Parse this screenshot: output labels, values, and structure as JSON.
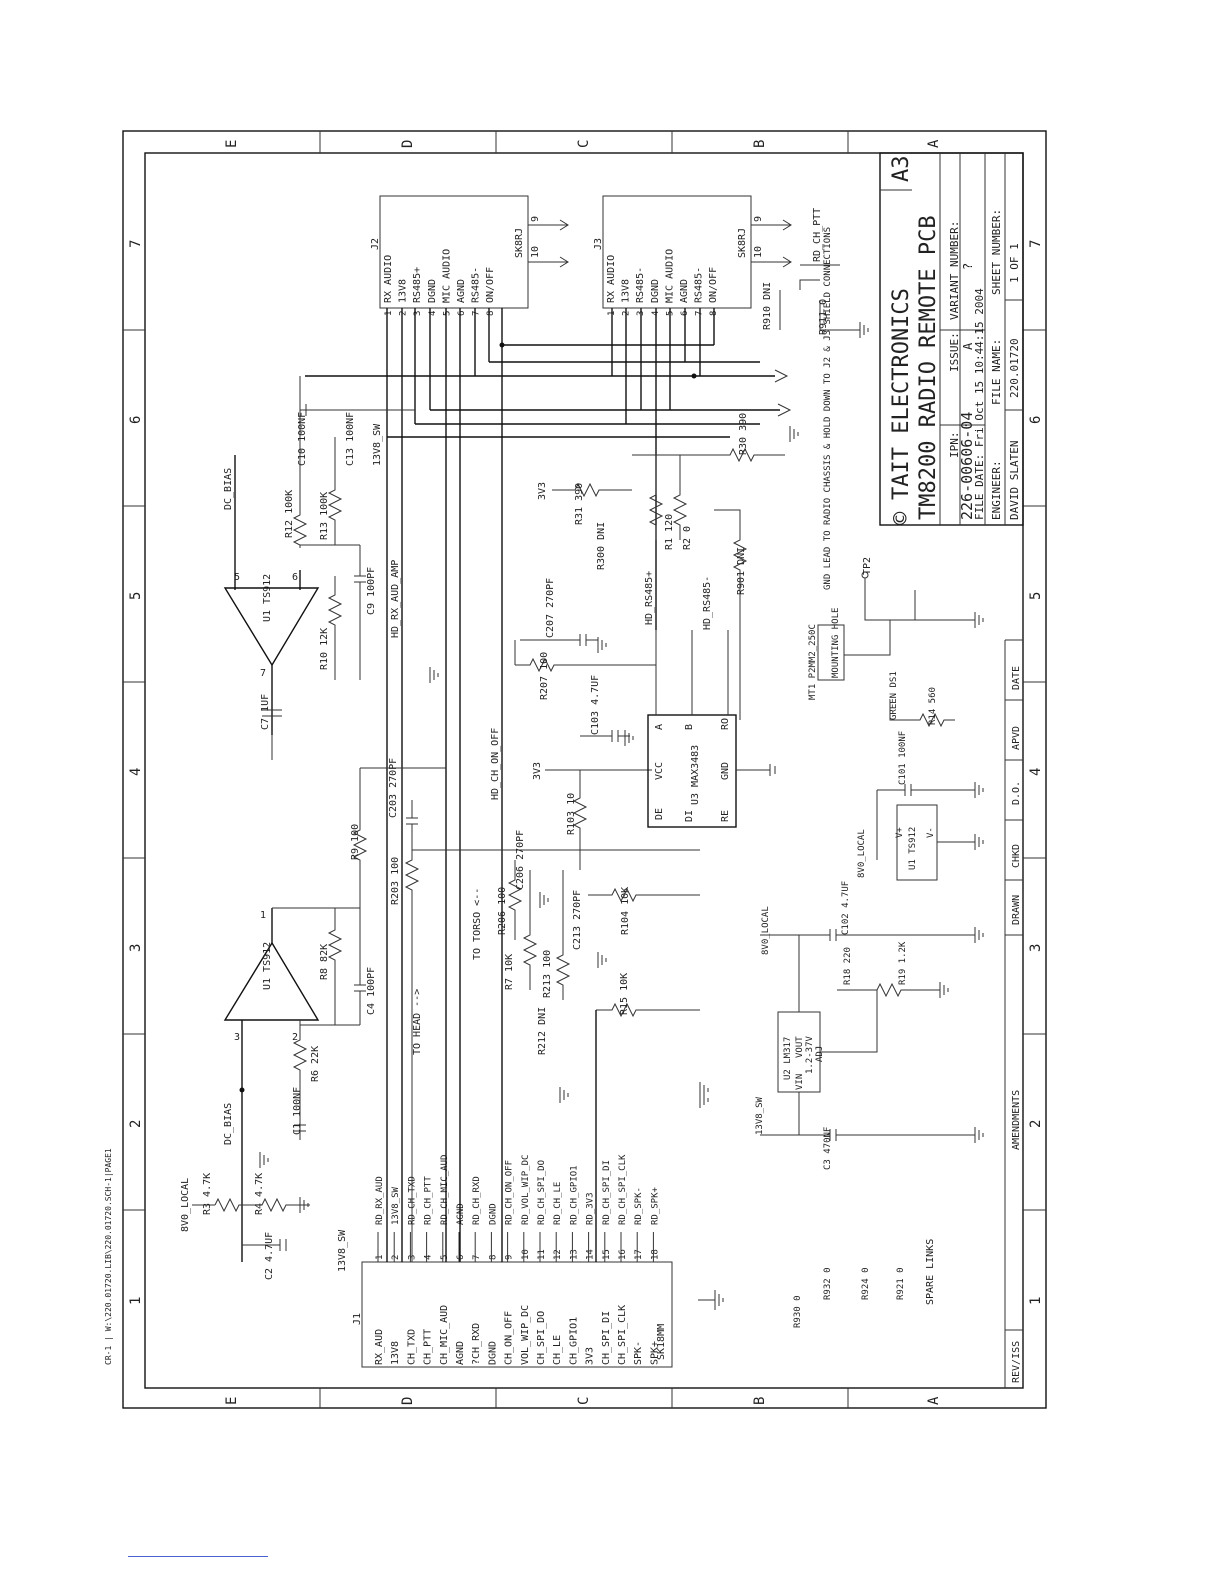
{
  "sheet": {
    "plot_path": "CR-1 | W:\\220.01720.LIB\\220.01720.SCH-1|PAGE1",
    "zone_letters": [
      "E",
      "D",
      "C",
      "B",
      "A"
    ],
    "zone_numbers": [
      "1",
      "2",
      "3",
      "4",
      "5",
      "6",
      "7"
    ]
  },
  "title_block": {
    "company": "TAIT ELECTRONICS",
    "size": "A3",
    "title": "TM8200 RADIO REMOTE PCB",
    "ipn_label": "IPN:",
    "ipn": "226-00606-04",
    "issue_label": "ISSUE:",
    "issue": "A",
    "variant_label": "VARIANT NUMBER:",
    "variant": "?",
    "file_date": "FILE DATE: Fri Oct 15 10:44:15 2004",
    "engineer_label": "ENGINEER:",
    "engineer": "DAVID SLATEN",
    "file_name_label": "FILE NAME:",
    "file_name": "220.01720",
    "sheet_label": "SHEET NUMBER:",
    "sheet_number": "1 OF 1"
  },
  "revision_block": {
    "cells": [
      "REV/ISS",
      "AMENDMENTS",
      "DRAWN",
      "CHKD",
      "D.O.",
      "APVD",
      "DATE"
    ]
  },
  "connectors": {
    "j1": {
      "ref": "J1",
      "part": "SK18MM",
      "pins": [
        "RX_AUD",
        "13V8",
        "CH_TXD",
        "CH_PTT",
        "CH_MIC_AUD",
        "AGND",
        "?CH_RXD",
        "DGND",
        "CH_ON_OFF",
        "VOL_WIP_DC",
        "CH_SPI_DO",
        "CH_LE",
        "CH_GPIO1",
        "3V3",
        "CH_SPI_DI",
        "CH_SPI_CLK",
        "SPK-",
        "SPK+"
      ],
      "nets": [
        "RD_RX_AUD",
        "13V8_SW",
        "RD_CH_TXD",
        "RD_CH_PTT",
        "RD_CH_MIC_AUD",
        "AGND",
        "RD_CH_RXD",
        "DGND",
        "RD_CH_ON_OFF",
        "RD_VOL_WIP_DC",
        "RD_CH_SPI_DO",
        "RD_CH_LE",
        "RD_CH_GPIO1",
        "RD_3V3",
        "RD_CH_SPI_DI",
        "RD_CH_SPI_CLK",
        "RD_SPK-",
        "RD_SPK+"
      ]
    },
    "j2": {
      "ref": "J2",
      "part": "SK8RJ",
      "pins": [
        "RX AUDIO",
        "13V8",
        "RS485+",
        "DGND",
        "MIC AUDIO",
        "AGND",
        "RS485-",
        "ON/OFF"
      ],
      "extra": [
        "9",
        "10"
      ]
    },
    "j3": {
      "ref": "J3",
      "part": "SK8RJ",
      "pins": [
        "RX AUDIO",
        "13V8",
        "RS485-",
        "DGND",
        "MIC AUDIO",
        "AGND",
        "RS485-",
        "ON/OFF"
      ],
      "extra": [
        "9",
        "10"
      ]
    }
  },
  "components": {
    "r3": "R3 4.7K",
    "r4": "R4 4.7K",
    "c2": "C2 4.7UF",
    "c1": "C1 100NF",
    "r6": "R6 22K",
    "r8": "R8 82K",
    "c4": "C4 100PF",
    "u1a": "U1 TS912",
    "r9": "R9 100",
    "r10": "R10 12K",
    "c9": "C9 100PF",
    "u1b": "U1 TS912",
    "r12": "R12 100K",
    "r13": "R13 100K",
    "c10": "C10 100NF",
    "c13": "C13 100NF",
    "c7": "C7 1UF",
    "c203": "C203 270PF",
    "r203": "R203 100",
    "r206": "R206 100",
    "c206": "C206 270PF",
    "r7": "R7 10K",
    "r213": "R213 100",
    "c213": "C213 270PF",
    "r212": "R212 DNI",
    "r15": "R15 10K",
    "r104": "R104 10K",
    "r103": "R103 10",
    "c103": "C103 4.7UF",
    "r207": "R207 100",
    "c207": "C207 270PF",
    "u3": "U3 MAX3483",
    "r300": "R300 DNI",
    "r31": "R31 390",
    "r30": "R30 390",
    "r1": "R1 120",
    "r2": "R2 0",
    "r901": "R901 DNI",
    "r910": "R910 DNI",
    "r911": "R911 0",
    "u2": "U2 LM317",
    "r18": "R18 220",
    "r19": "R19 1.2K",
    "c3": "C3 470NF",
    "c102": "C102 4.7UF",
    "u1p": "U1 TS912",
    "c101": "C101 100NF",
    "r14": "R14 560",
    "ds1": "GREEN DS1",
    "mt1": "MT1 P2MM2_250C",
    "mt1_label": "MOUNTING HOLE",
    "tp2": "TP2",
    "u3_pins": [
      "VCC",
      "DE",
      "DI",
      "RE",
      "GND",
      "A",
      "B",
      "RO"
    ],
    "u2_pins": [
      "VIN",
      "VOUT",
      "ADJ"
    ],
    "u2_range": "1.2-37V"
  },
  "nets": {
    "dc_bias_1": "DC_BIAS",
    "dc_bias_2": "DC_BIAS",
    "bv0_local": "8V0_LOCAL",
    "v13_sw": "13V8_SW",
    "v13_sw_b": "13V8_SW",
    "v3_1": "3V3",
    "v3_2": "3V3",
    "hd_rx_aud_amp": "HD_RX_AUD_AMP",
    "to_head": "TO HEAD -->",
    "to_torso": "TO TORSO <--",
    "hd_ch_on_off": "HD_CH_ON_OFF",
    "hd_rs485p": "HD_RS485+",
    "hd_rs485m": "HD_RS485-",
    "rd_ch_ptt": "RD_CH_PTT",
    "bv0_local_b": "8V0_LOCAL",
    "bv0_local_c": "8V0_LOCAL",
    "gnd_note": "GND LEAD TO RADIO CHASSIS & HOLD DOWN TO J2 & J3 SHIELD CONNECTIONS"
  },
  "spare_links": {
    "title": "SPARE LINKS",
    "items": [
      "R930 0",
      "R932 0",
      "R924 0",
      "R921 0"
    ]
  }
}
